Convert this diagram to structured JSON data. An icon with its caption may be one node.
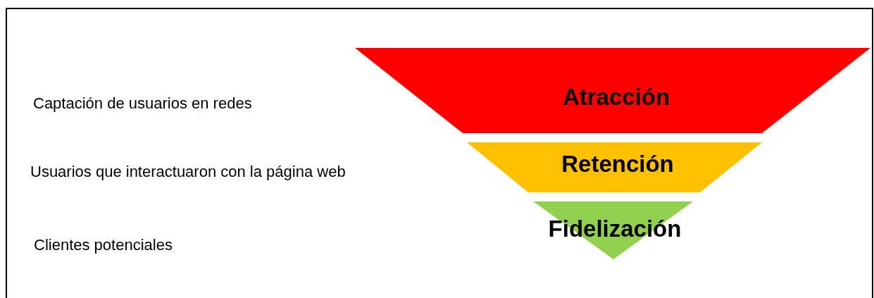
{
  "diagram": {
    "nodes": [
      {
        "text": [
          "Atracción"
        ]
      },
      {
        "text": [
          "Retención"
        ]
      },
      {
        "text": [
          "Fidelización"
        ]
      }
    ],
    "labels": [
      "Captación de usuarios en redes",
      "Usuarios que interactuaron con la página web",
      "Clientes potenciales"
    ]
  }
}
